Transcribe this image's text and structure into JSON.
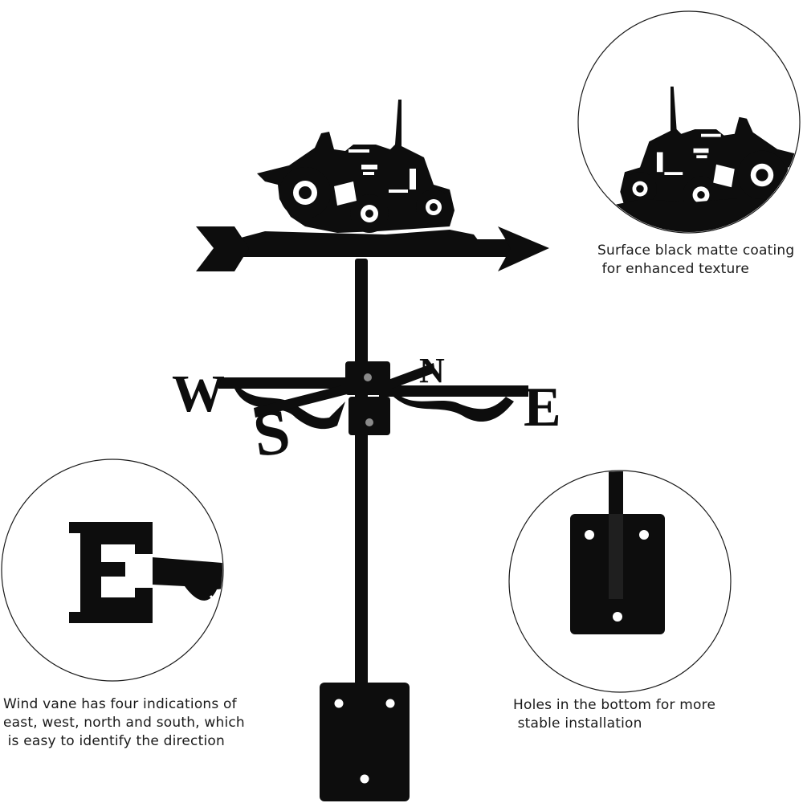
{
  "product": {
    "compass_letters": {
      "west": "W",
      "east": "E",
      "north": "N",
      "south": "S"
    },
    "color_black": "#0d0d0d",
    "color_white": "#ffffff",
    "icon": "tractor-icon"
  },
  "callouts": {
    "coating": {
      "line1": "Surface black matte coating",
      "line2": " for enhanced texture"
    },
    "directions": {
      "line1": "Wind vane has four indications of",
      "line2": "east, west, north and south, which",
      "line3": " is easy to identify the direction"
    },
    "installation": {
      "line1": "Holes in the bottom for more",
      "line2": " stable installation"
    }
  }
}
